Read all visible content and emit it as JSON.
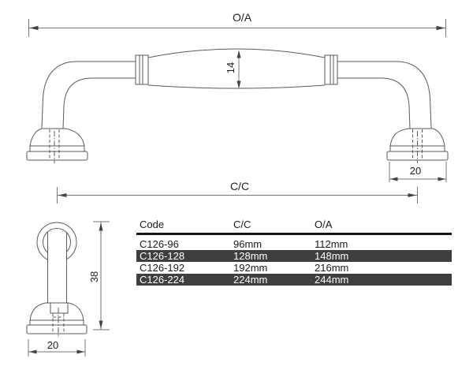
{
  "drawing": {
    "title_semantics": "cabinet pull handle technical drawing",
    "line_color": "#5a5a5a",
    "dim_line_color": "#757575",
    "highlight_row_color": "#3f3f3f",
    "labels": {
      "overall_width": "O/A",
      "center_to_center": "C/C",
      "grip_diameter": "14",
      "foot_width_front": "20",
      "side_height": "38",
      "side_foot_width": "20"
    }
  },
  "table": {
    "headers": {
      "code": "Code",
      "cc": "C/C",
      "oa": "O/A"
    },
    "rows": [
      {
        "code": "C126-96",
        "cc": "96mm",
        "oa": "112mm"
      },
      {
        "code": "C126-128",
        "cc": "128mm",
        "oa": "148mm"
      },
      {
        "code": "C126-192",
        "cc": "192mm",
        "oa": "216mm"
      },
      {
        "code": "C126-224",
        "cc": "224mm",
        "oa": "244mm"
      }
    ]
  }
}
